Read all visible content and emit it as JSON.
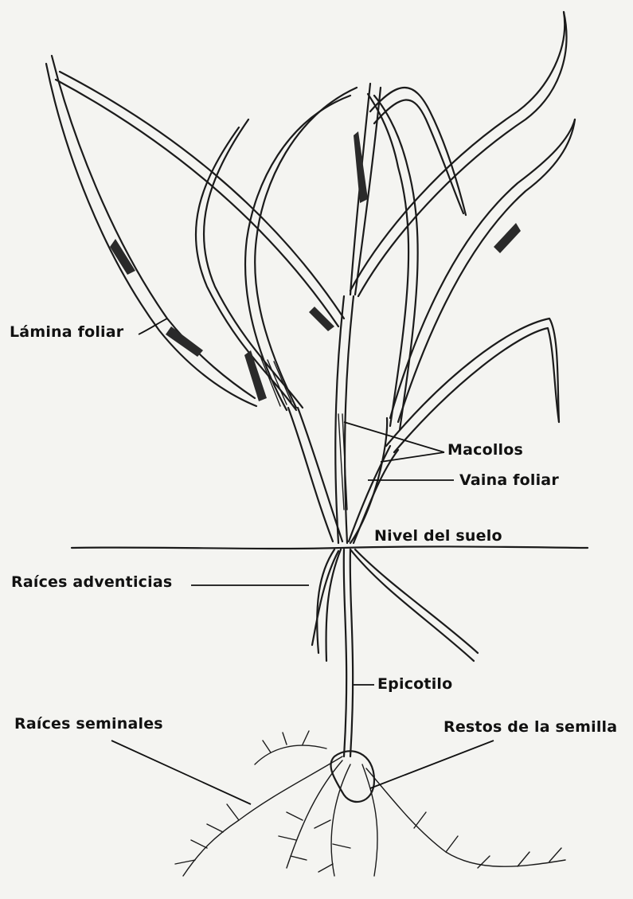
{
  "labels": {
    "lamina_foliar": "Lámina foliar",
    "macollos": "Macollos",
    "vaina_foliar": "Vaina foliar",
    "nivel_suelo": "Nivel del suelo",
    "raices_adventicias": "Raíces adventicias",
    "epicotilo": "Epicotilo",
    "raices_seminales": "Raíces seminales",
    "restos_semilla": "Restos de la semilla"
  },
  "colors": {
    "ink": "#1b1b1b",
    "paper": "#f4f4f1"
  }
}
